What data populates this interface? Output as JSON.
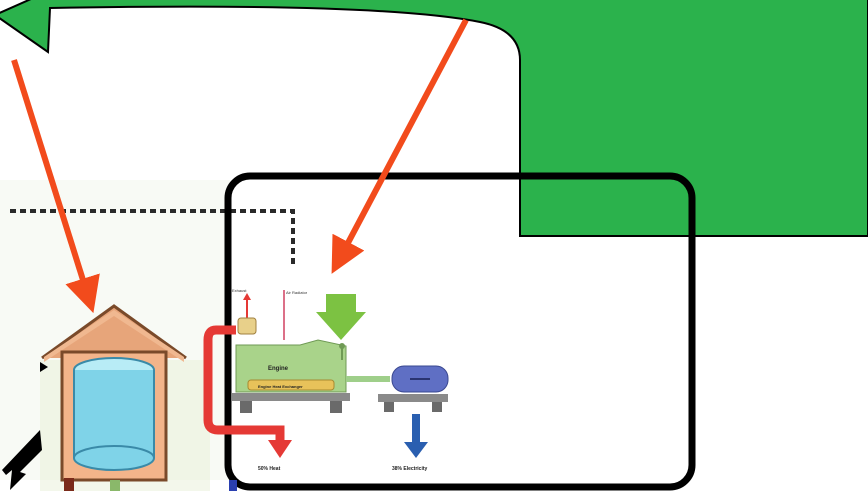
{
  "diagram": {
    "labels": {
      "engine": "Engine",
      "heat_exchanger": "Engine Heat Exchanger",
      "heat_output": "50% Heat",
      "electricity_output": "38% Electricity"
    },
    "colors": {
      "callout_green": "#2bb24c",
      "arrow_red": "#f24b1c",
      "pointer_black": "#000000",
      "house_roof": "#e7a57a",
      "house_outline": "#7a4a2a",
      "tank_water": "#7fd3e8",
      "engine_green": "#a9d38a",
      "generator_blue": "#5f6fc4",
      "heat_pipe": "#e53935",
      "electric_arrow": "#2a5fb0",
      "fuel_arrow": "#7cc242"
    }
  }
}
